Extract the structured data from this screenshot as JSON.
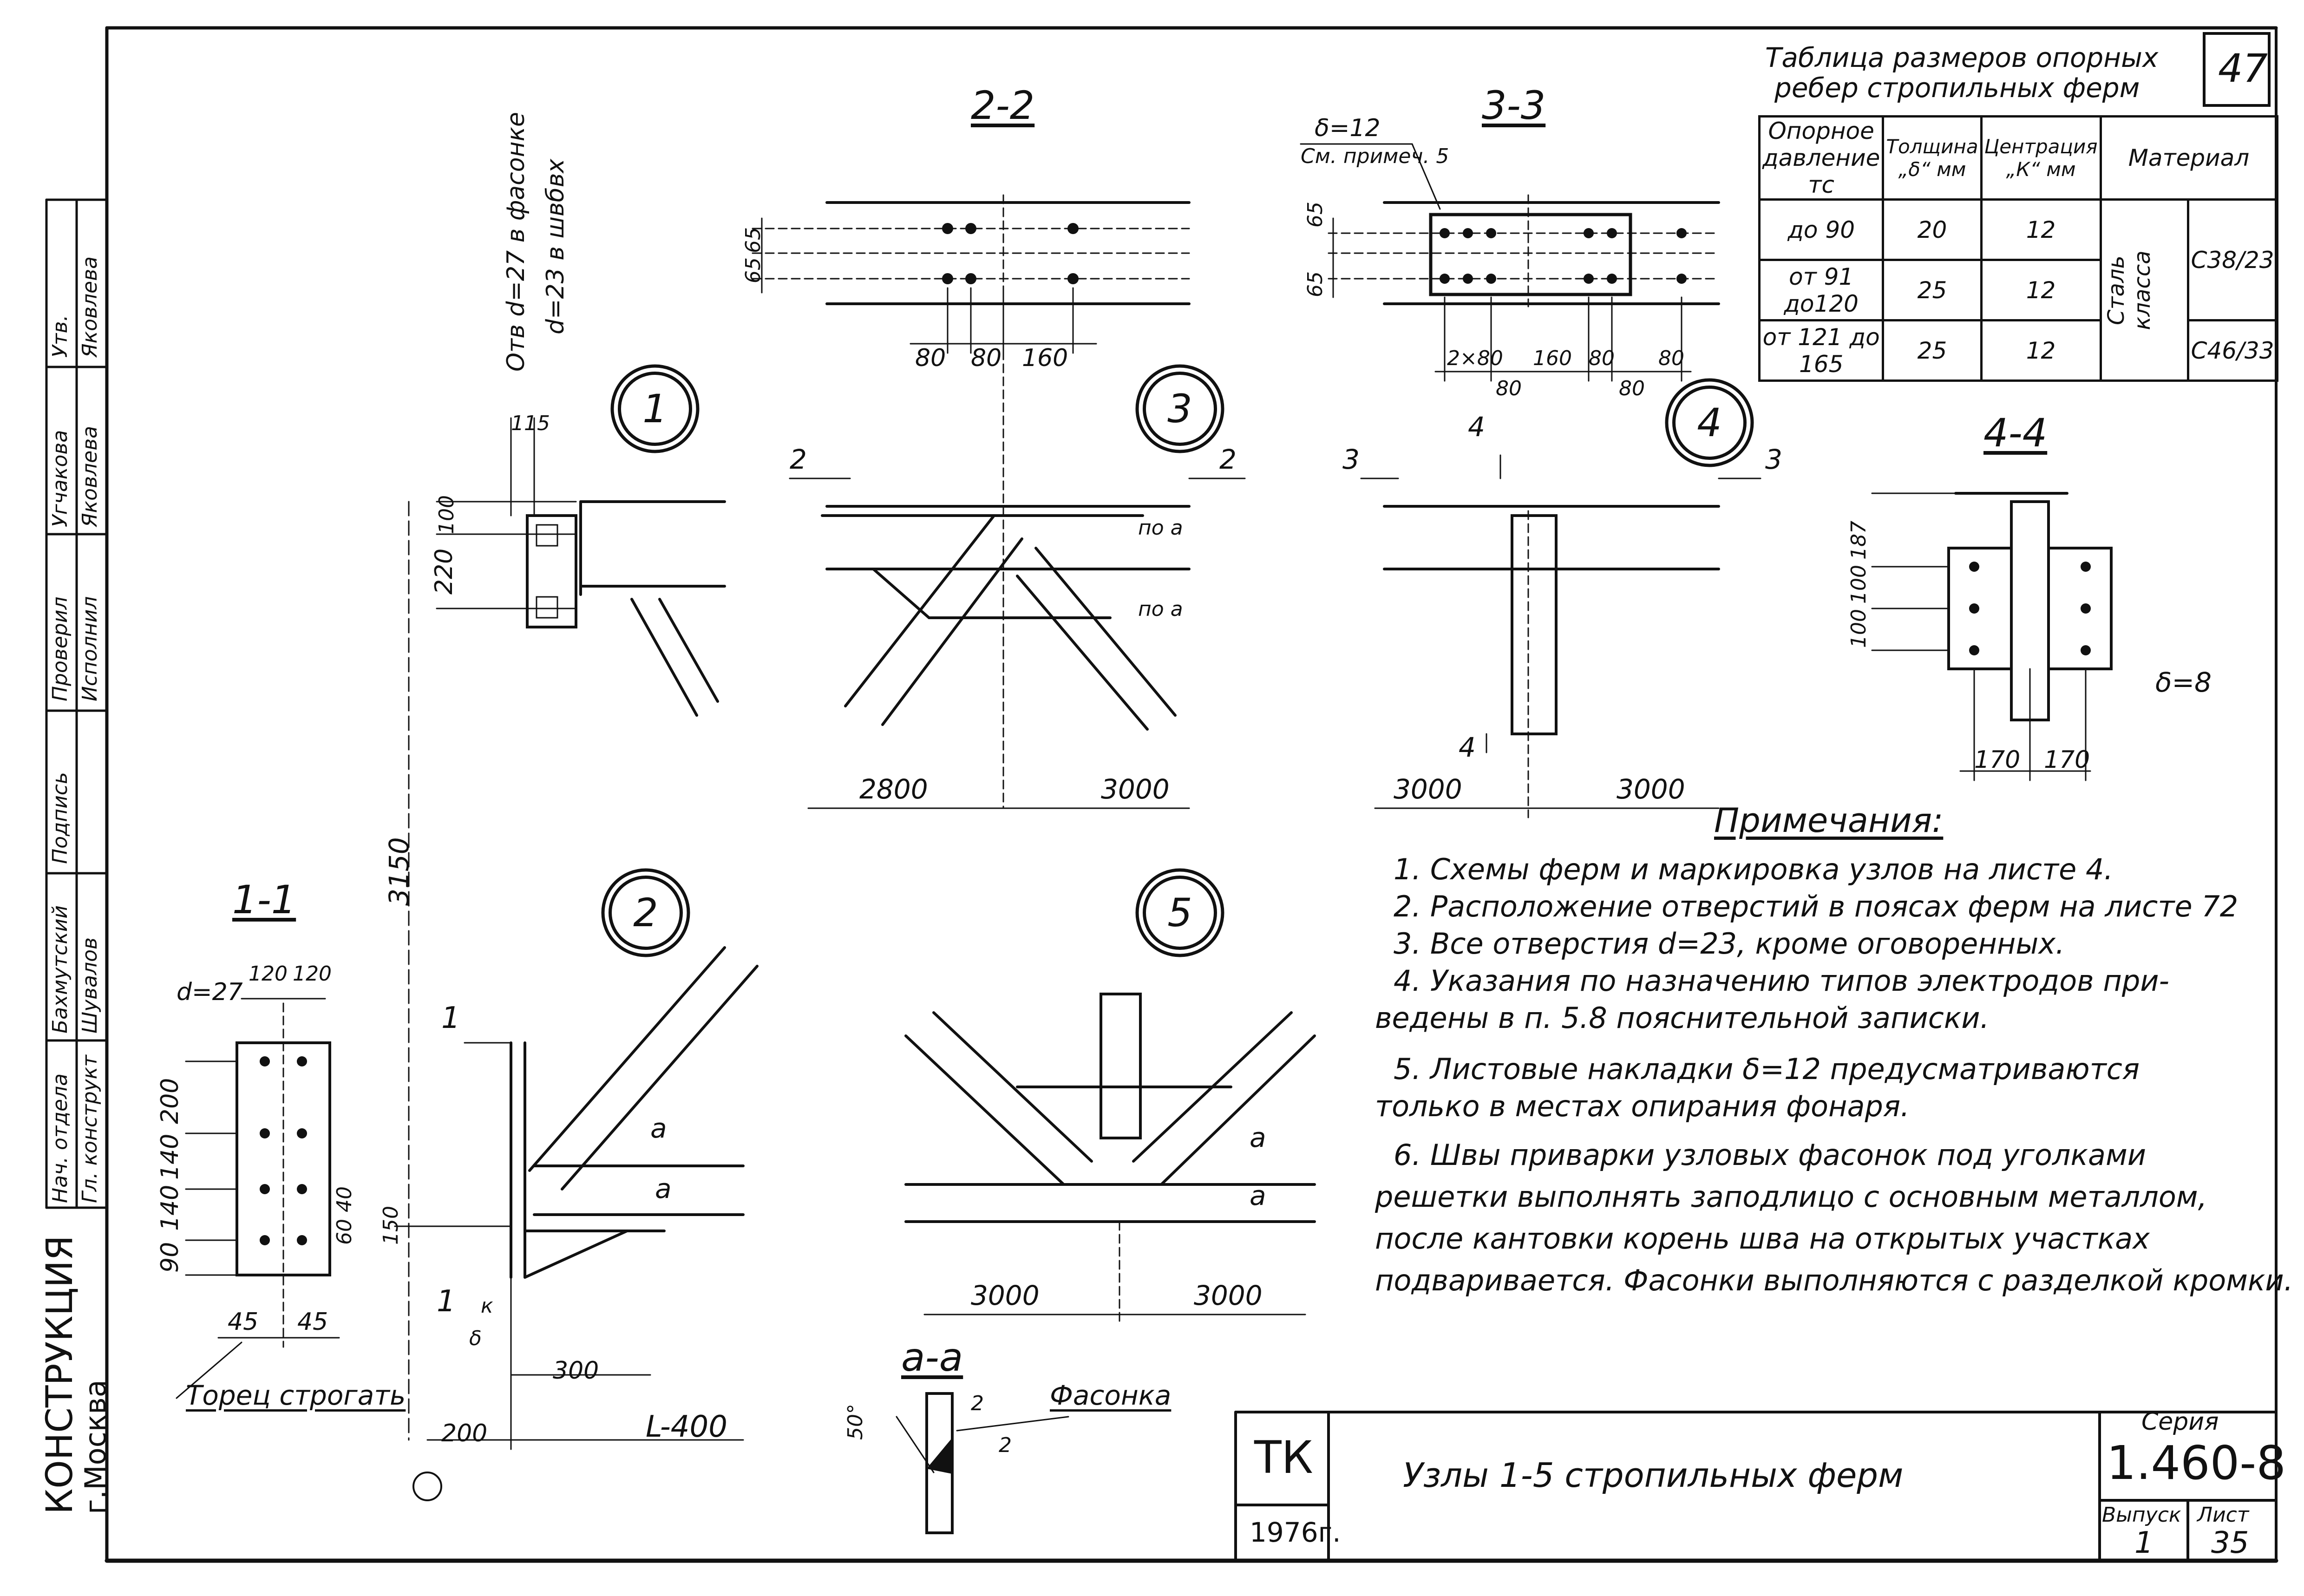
{
  "sheet": {
    "sheet_number": "47",
    "page_number": "35",
    "series_label": "Серия",
    "series": "1.460-8",
    "issue_label": "Выпуск",
    "issue": "1",
    "sheet_label": "Лист",
    "org_code": "ТК",
    "year": "1976г.",
    "title": "Узлы 1-5 стропильных ферм",
    "organization": "КОНСТРУКЦИЯ",
    "city": "г.Москва"
  },
  "side_stamp": [
    {
      "role": "Нач. отдела",
      "name": "Гл. конструкт"
    },
    {
      "role": "Бахмутский",
      "name": "Шувалов"
    },
    {
      "role": "Подпись",
      "name": ""
    },
    {
      "role": "Проверил",
      "name": "Исполнил"
    },
    {
      "role": "Угчакова",
      "name": "Яковлева"
    },
    {
      "role": "Утв.",
      "name": "Яковлева"
    }
  ],
  "table": {
    "title_line1": "Таблица размеров опорных",
    "title_line2": "ребер стропильных ферм",
    "headers": [
      "Опорное давление тс",
      "Толщина „δ“ мм",
      "Центрация „К“ мм",
      "Материал"
    ],
    "rows": [
      {
        "pressure": "до 90",
        "thickness": "20",
        "center": "12"
      },
      {
        "pressure": "от 91 до120",
        "thickness": "25",
        "center": "12"
      },
      {
        "pressure": "от 121 до 165",
        "thickness": "25",
        "center": "12"
      }
    ],
    "material_label": "Сталь класса",
    "materials": [
      "С38/23",
      "С46/33"
    ]
  },
  "sections": {
    "s11": "1-1",
    "s22": "2-2",
    "s33": "3-3",
    "s44": "4-4",
    "saa": "а-а"
  },
  "nodes": [
    "1",
    "2",
    "3",
    "4",
    "5"
  ],
  "labels": {
    "hole_note_1": "Отв d=27 в фасонке",
    "hole_note_2": "d=23 в швбвх",
    "delta12": "δ=12",
    "see_note5": "См. примеч. 5",
    "delta8": "δ=8",
    "d27": "d=27",
    "torets": "Торец строгать",
    "fasonka": "Фасонка",
    "po_a": "по а",
    "a": "а",
    "k": "к",
    "delta": "δ",
    "L400": "L-400",
    "angle50": "50°",
    "two": "2"
  },
  "dims": {
    "s22_top": [
      "65",
      "65"
    ],
    "s22_bottom": [
      "80",
      "80",
      "160"
    ],
    "s33_left": [
      "65",
      "65"
    ],
    "s33_bottom": [
      "2×80",
      "160",
      "80",
      "80"
    ],
    "s33_bottom2": [
      "80",
      "80"
    ],
    "n1_115": "115",
    "n1_100": "100",
    "n1_220": "220",
    "n1_3150": "3150",
    "n1_150": "150",
    "n1_300": "300",
    "n1_200": "200",
    "s11_top": [
      "120",
      "120"
    ],
    "s11_left": [
      "200",
      "140",
      "140",
      "90"
    ],
    "s11_right": [
      "40",
      "60"
    ],
    "s11_bottom": [
      "45",
      "45"
    ],
    "s44_left": [
      "187",
      "100",
      "100"
    ],
    "s44_bottom": [
      "170",
      "170"
    ],
    "n3": [
      "2800",
      "3000"
    ],
    "n4": [
      "3000",
      "3000"
    ],
    "n5": [
      "3000",
      "3000"
    ]
  },
  "notes": {
    "heading": "Примечания:",
    "items": [
      "1. Схемы ферм и маркировка узлов на листе 4.",
      "2. Расположение отверстий в поясах ферм на листе 72",
      "3. Все отверстия d=23, кроме оговоренных.",
      "4. Указания по назначению типов электродов при-",
      "ведены в п. 5.8 пояснительной записки.",
      "5. Листовые накладки δ=12 предусматриваются",
      "только в местах опирания фонаря.",
      "6. Швы приварки узловых фасонок под уголками",
      "решетки выполнять заподлицо с основным металлом,",
      "после кантовки корень шва на открытых участках",
      "подваривается. Фасонки выполняются с разделкой кромки."
    ]
  }
}
